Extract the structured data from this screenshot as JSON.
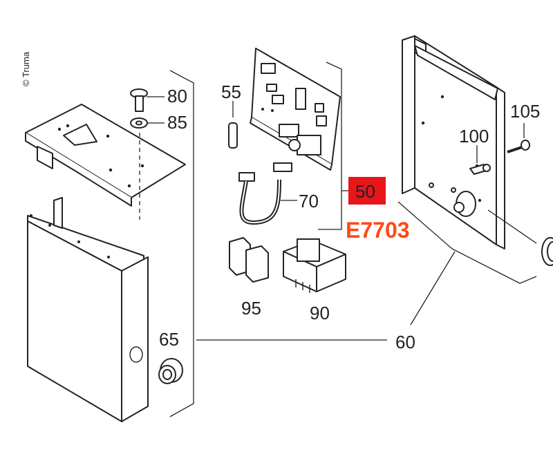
{
  "copyright": "© Truma",
  "highlight_color": "#e8161b",
  "code_color": "#ff4a12",
  "highlighted_part": "50",
  "article_code": "E7703",
  "parts": [
    "80",
    "85",
    "55",
    "70",
    "95",
    "90",
    "65",
    "60",
    "100",
    "105"
  ]
}
